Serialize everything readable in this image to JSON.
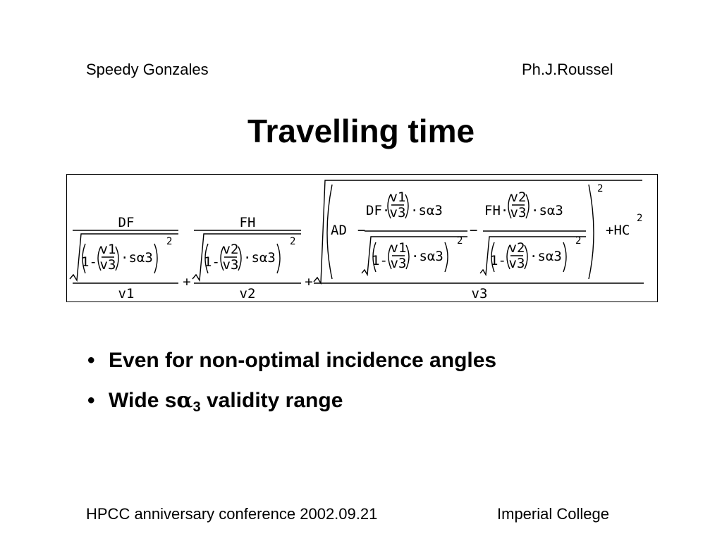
{
  "header": {
    "left": "Speedy Gonzales",
    "right": "Ph.J.Roussel"
  },
  "title": "Travelling time",
  "formula": {
    "t1_num": "DF",
    "t1_den": "v1",
    "t2_num": "FH",
    "t2_den": "v2",
    "t3_den": "v3",
    "one_minus": "1-",
    "v1": "v1",
    "v2": "v2",
    "v3": "v3",
    "s_alpha3": "·sα3",
    "exp2": "2",
    "plus": "+",
    "ad": "AD",
    "minus": "−",
    "df_dot": "DF·",
    "fh_dot": "FH·",
    "hc": "+HC"
  },
  "bullets": [
    {
      "text": "Even for non-optimal incidence angles"
    },
    {
      "prefix": "Wide s",
      "alpha": "α",
      "sub": "3",
      "suffix": " validity range"
    }
  ],
  "bullet_marker": "•",
  "footer": {
    "left": "HPCC anniversary conference 2002.09.21",
    "right": "Imperial College"
  }
}
